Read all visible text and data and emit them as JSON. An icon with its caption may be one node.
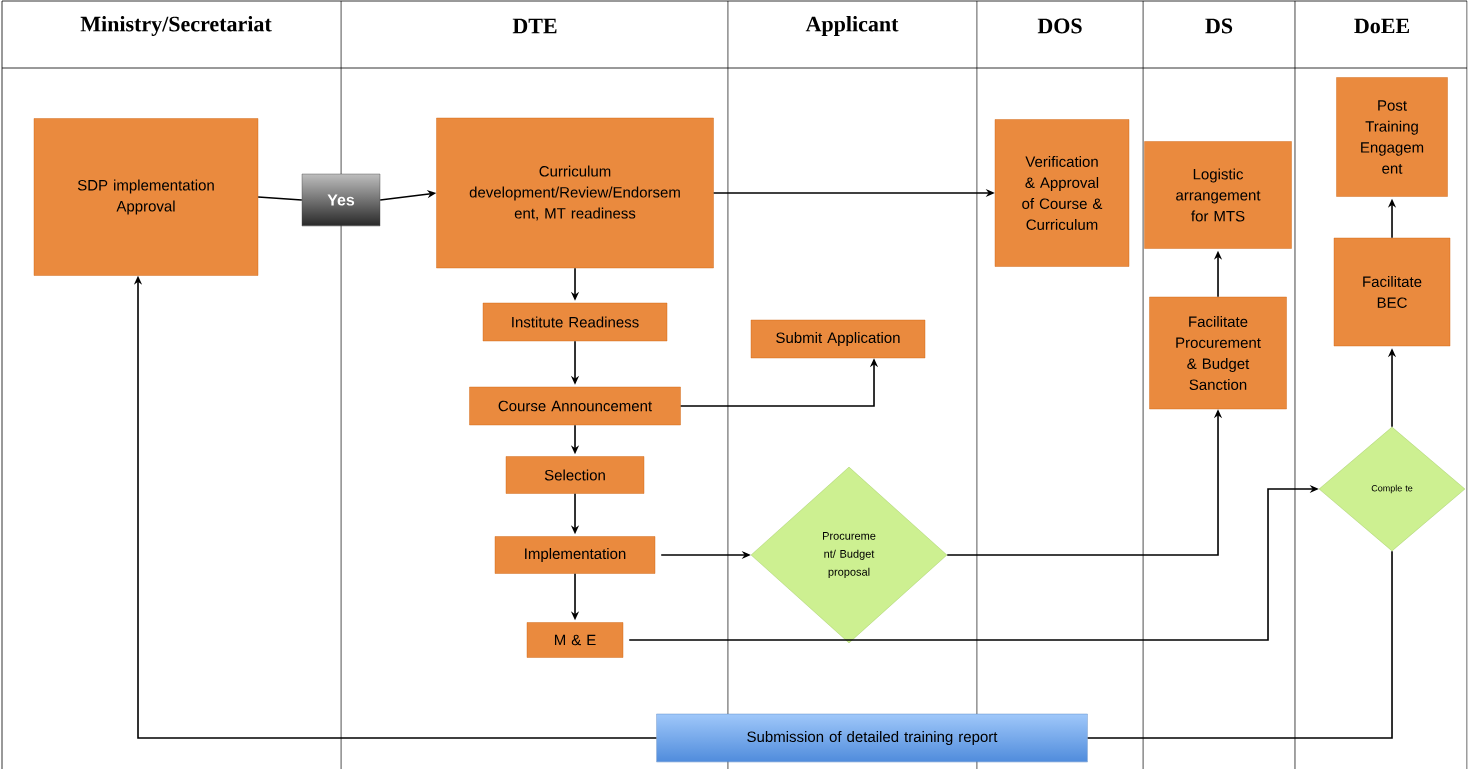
{
  "diagram": {
    "nodes": [
      {
        "text": [
          "SDP implementation Approval"
        ]
      },
      {
        "text": [
          "Yes"
        ]
      },
      {
        "text": [
          "Curriculum development/Review/Endorsem ent, MT readiness"
        ]
      },
      {
        "text": [
          "Verification & Approval of Course & Curriculum"
        ]
      },
      {
        "text": [
          "Institute Readiness"
        ]
      },
      {
        "text": [
          "Submit Application"
        ]
      },
      {
        "text": [
          "Course Announcement"
        ]
      },
      {
        "text": [
          "Selection"
        ]
      },
      {
        "text": [
          "Implementation"
        ]
      },
      {
        "text": [
          "Procureme nt/ Budget proposal"
        ]
      },
      {
        "text": [
          "M & E"
        ]
      },
      {
        "text": [
          "Logistic arrangement for MTS"
        ]
      },
      {
        "text": [
          "Facilitate Procurement & Budget Sanction"
        ]
      },
      {
        "text": [
          "Post Training Engagem ent"
        ]
      },
      {
        "text": [
          "Facilitate BEC"
        ]
      },
      {
        "text": [
          "Comple te"
        ]
      },
      {
        "text": [
          "Submission of detailed training report"
        ]
      }
    ],
    "edges": [
      {
        "from": 0,
        "to": 1,
        "arrow": "none"
      },
      {
        "from": 1,
        "to": 2,
        "arrow": "to"
      },
      {
        "from": 2,
        "to": 3,
        "arrow": "to"
      },
      {
        "from": 2,
        "to": 4,
        "arrow": "to"
      },
      {
        "from": 4,
        "to": 6,
        "arrow": "to"
      },
      {
        "from": 6,
        "to": 5,
        "arrow": "to"
      },
      {
        "from": 6,
        "to": 7,
        "arrow": "to"
      },
      {
        "from": 7,
        "to": 8,
        "arrow": "to"
      },
      {
        "from": 8,
        "to": 9,
        "arrow": "to"
      },
      {
        "from": 8,
        "to": 10,
        "arrow": "to"
      },
      {
        "from": 9,
        "to": 12,
        "arrow": "to"
      },
      {
        "from": 12,
        "to": 11,
        "arrow": "to"
      },
      {
        "from": 10,
        "to": 15,
        "arrow": "to"
      },
      {
        "from": 15,
        "to": 14,
        "arrow": "to"
      },
      {
        "from": 14,
        "to": 13,
        "arrow": "to"
      },
      {
        "from": 15,
        "to": 16,
        "arrow": "none"
      },
      {
        "from": 16,
        "to": 0,
        "arrow": "to"
      }
    ],
    "labels": [
      "Ministry/Secretariat",
      "DTE",
      "Applicant",
      "DOS",
      "DS",
      "DoEE"
    ]
  }
}
